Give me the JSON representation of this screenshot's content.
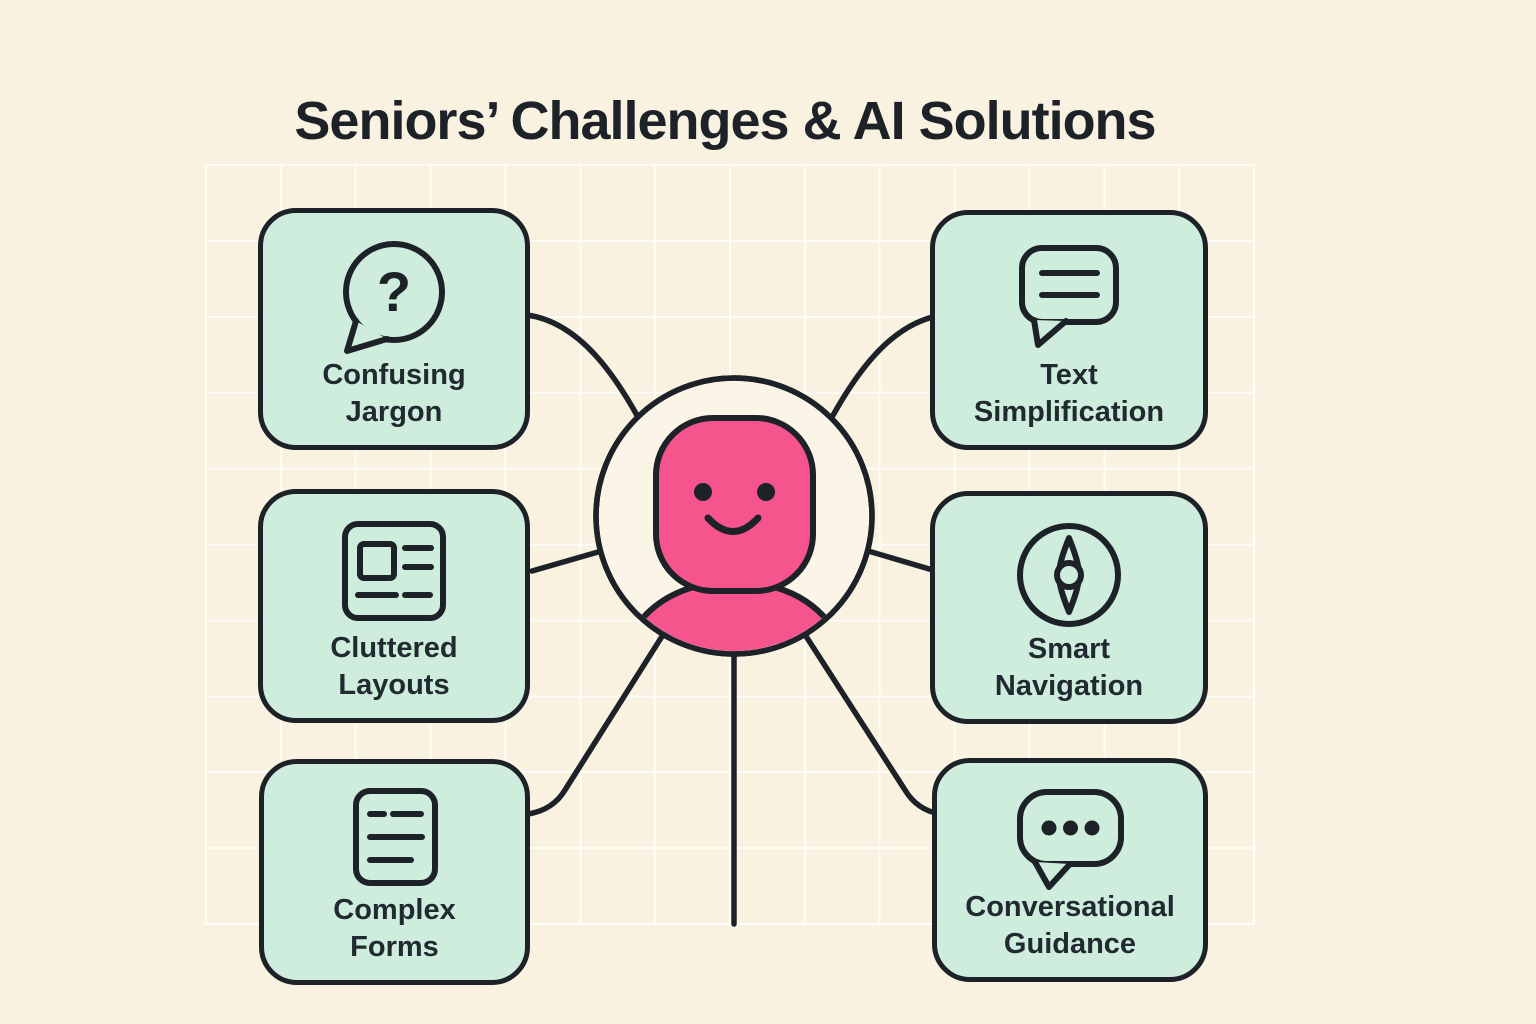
{
  "title": "Seniors’ Challenges & AI Solutions",
  "colors": {
    "background": "#f9f2e1",
    "surface": "#fbf5e8",
    "panel": "#cfeddd",
    "ink": "#1c2227",
    "text": "#212a30",
    "pink": "#f6548d",
    "grid": "rgba(255,255,255,0.75)"
  },
  "icons": {
    "question_mark": "?"
  },
  "center": {
    "figure": "senior-user-avatar"
  },
  "boxes": [
    {
      "id": "confusing-jargon",
      "group": "challenge",
      "lines": [
        "Confusing",
        "Jargon"
      ],
      "icon": "question-bubble-icon"
    },
    {
      "id": "cluttered-layouts",
      "group": "challenge",
      "lines": [
        "Cluttered",
        "Layouts"
      ],
      "icon": "layout-icon"
    },
    {
      "id": "complex-forms",
      "group": "challenge",
      "lines": [
        "Complex",
        "Forms"
      ],
      "icon": "document-lines-icon"
    },
    {
      "id": "text-simplification",
      "group": "solution",
      "lines": [
        "Text",
        "Simplification"
      ],
      "icon": "speech-bubble-lines-icon"
    },
    {
      "id": "smart-navigation",
      "group": "solution",
      "lines": [
        "Smart",
        "Navigation"
      ],
      "icon": "compass-icon"
    },
    {
      "id": "conversational-guidance",
      "group": "solution",
      "lines": [
        "Conversational",
        "Guidance"
      ],
      "icon": "speech-bubble-dots-icon"
    }
  ]
}
